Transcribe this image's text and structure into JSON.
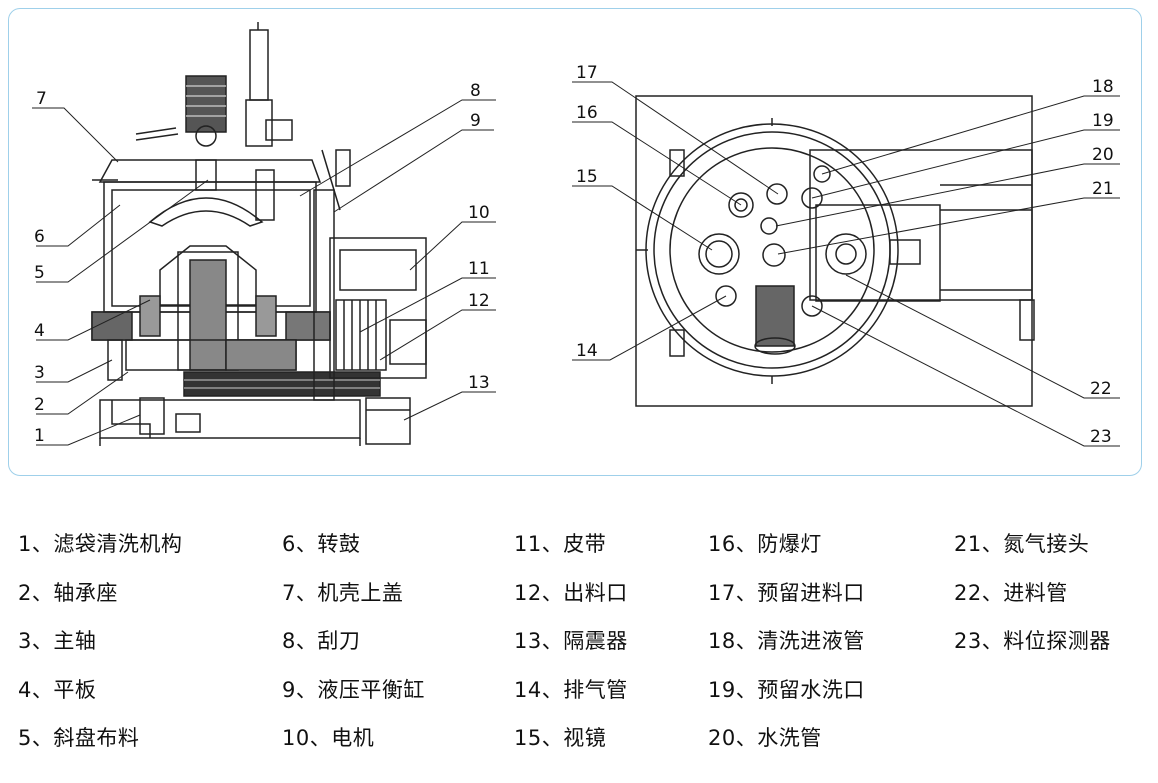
{
  "callouts": {
    "c1": "1",
    "c2": "2",
    "c3": "3",
    "c4": "4",
    "c5": "5",
    "c6": "6",
    "c7": "7",
    "c8": "8",
    "c9": "9",
    "c10": "10",
    "c11": "11",
    "c12": "12",
    "c13": "13",
    "c14": "14",
    "c15": "15",
    "c16": "16",
    "c17": "17",
    "c18": "18",
    "c19": "19",
    "c20": "20",
    "c21": "21",
    "c22": "22",
    "c23": "23"
  },
  "legend": {
    "col1": [
      "1、滤袋清洗机构",
      "2、轴承座",
      "3、主轴",
      "4、平板",
      "5、斜盘布料"
    ],
    "col2": [
      "6、转鼓",
      "7、机壳上盖",
      "8、刮刀",
      "9、液压平衡缸",
      "10、电机"
    ],
    "col3": [
      "11、皮带",
      "12、出料口",
      "13、隔震器",
      "14、排气管",
      "15、视镜"
    ],
    "col4": [
      "16、防爆灯",
      "17、预留进料口",
      "18、清洗进液管",
      "19、预留水洗口",
      "20、水洗管"
    ],
    "col5": [
      "21、氮气接头",
      "22、进料管",
      "23、料位探测器"
    ]
  }
}
